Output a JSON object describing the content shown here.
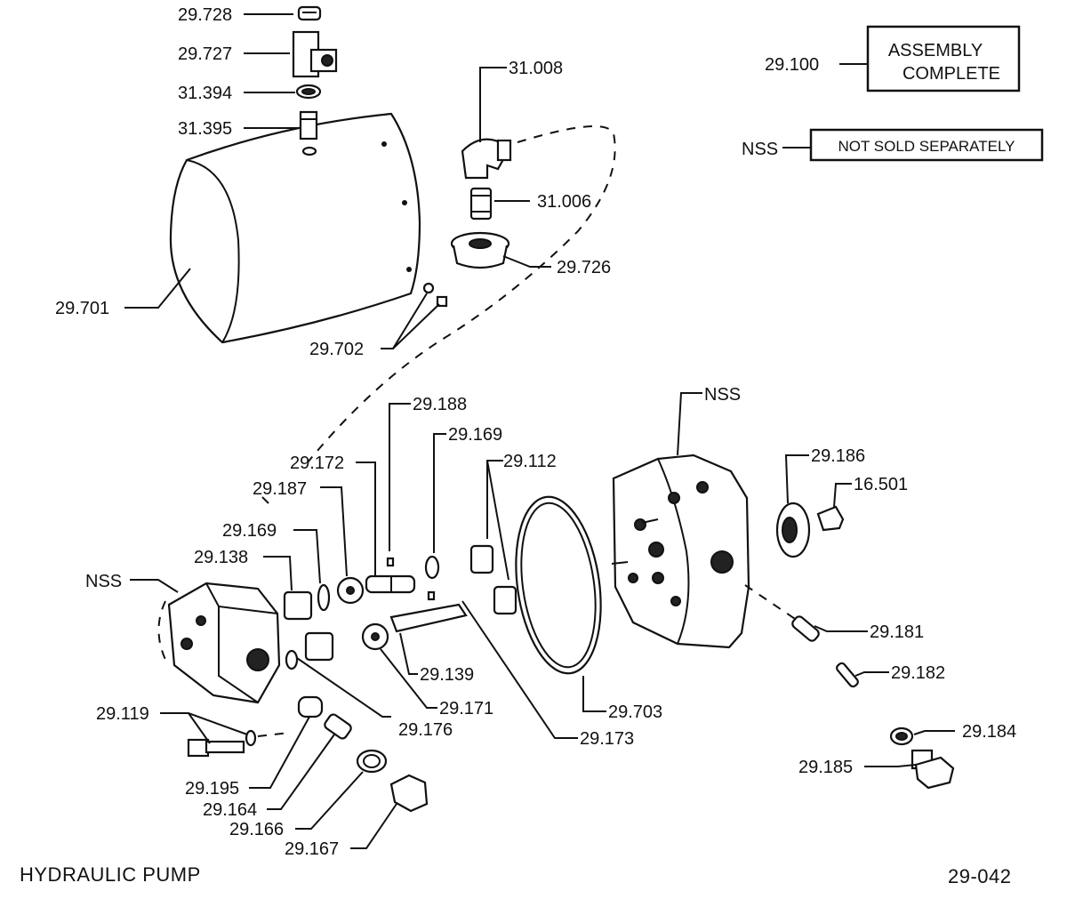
{
  "title": "HYDRAULIC PUMP",
  "drawing_number": "29-042",
  "legend": {
    "assembly": {
      "code": "29.100",
      "text_line1": "ASSEMBLY",
      "text_line2": "COMPLETE"
    },
    "nss": {
      "code": "NSS",
      "text": "NOT SOLD SEPARATELY"
    }
  },
  "callouts": {
    "p29_728": "29.728",
    "p29_727": "29.727",
    "p31_394": "31.394",
    "p31_395": "31.395",
    "p31_008": "31.008",
    "p31_006": "31.006",
    "p29_726": "29.726",
    "p29_701": "29.701",
    "p29_702": "29.702",
    "p29_188": "29.188",
    "p29_169_top": "29.169",
    "p29_172": "29.172",
    "p29_112": "29.112",
    "p29_187": "29.187",
    "p29_169_left": "29.169",
    "p29_138": "29.138",
    "nss_left": "NSS",
    "nss_right": "NSS",
    "p29_186": "29.186",
    "p16_501": "16.501",
    "p29_181": "29.181",
    "p29_182": "29.182",
    "p29_139": "29.139",
    "p29_171": "29.171",
    "p29_176": "29.176",
    "p29_703": "29.703",
    "p29_173": "29.173",
    "p29_119": "29.119",
    "p29_195": "29.195",
    "p29_164": "29.164",
    "p29_166": "29.166",
    "p29_167": "29.167",
    "p29_184": "29.184",
    "p29_185": "29.185"
  }
}
